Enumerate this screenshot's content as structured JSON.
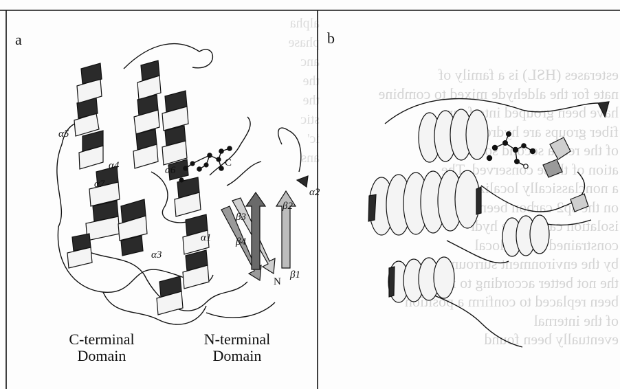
{
  "panels": {
    "a": {
      "letter": "a",
      "labels": {
        "alpha1": "α1",
        "alpha2": "α2",
        "alpha3": "α3",
        "alpha4": "α4",
        "alpha5": "α5",
        "alpha6": "α6",
        "alpha7": "α7",
        "beta1": "β1",
        "beta2": "β2",
        "beta3": "β3",
        "beta4": "β4",
        "n_term": "N",
        "c_term": "C"
      },
      "domains": {
        "c_terminal_line1": "C-terminal",
        "c_terminal_line2": "Domain",
        "n_terminal_line1": "N-terminal",
        "n_terminal_line2": "Domain"
      }
    },
    "b": {
      "letter": "b"
    }
  },
  "colors": {
    "ink": "#111111",
    "dark_helix": "#2a2a2a",
    "light_helix": "#f4f4f4",
    "background": "#fdfdfd",
    "bleed_through": "#d4d4d4"
  }
}
